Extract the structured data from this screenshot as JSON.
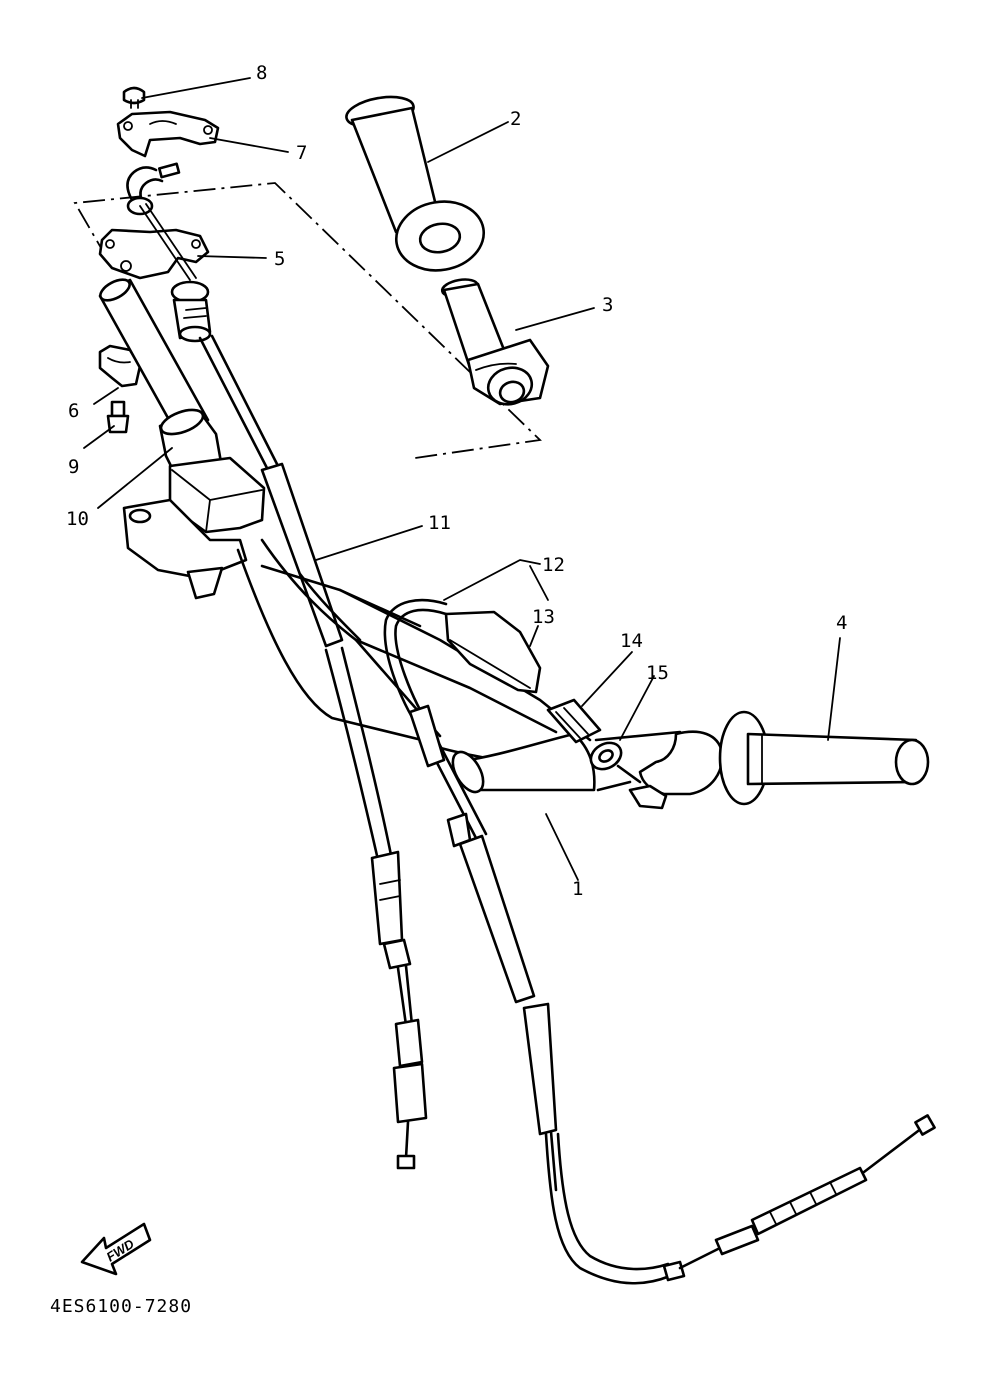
{
  "diagram": {
    "callouts": {
      "c1": "1",
      "c2": "2",
      "c3": "3",
      "c4": "4",
      "c5": "5",
      "c6": "6",
      "c7": "7",
      "c8": "8",
      "c9": "9",
      "c10": "10",
      "c11": "11",
      "c12": "12",
      "c13": "13",
      "c14": "14",
      "c15": "15"
    },
    "fwd_label": "FWD",
    "drawing_code": "4ES6100-7280"
  }
}
